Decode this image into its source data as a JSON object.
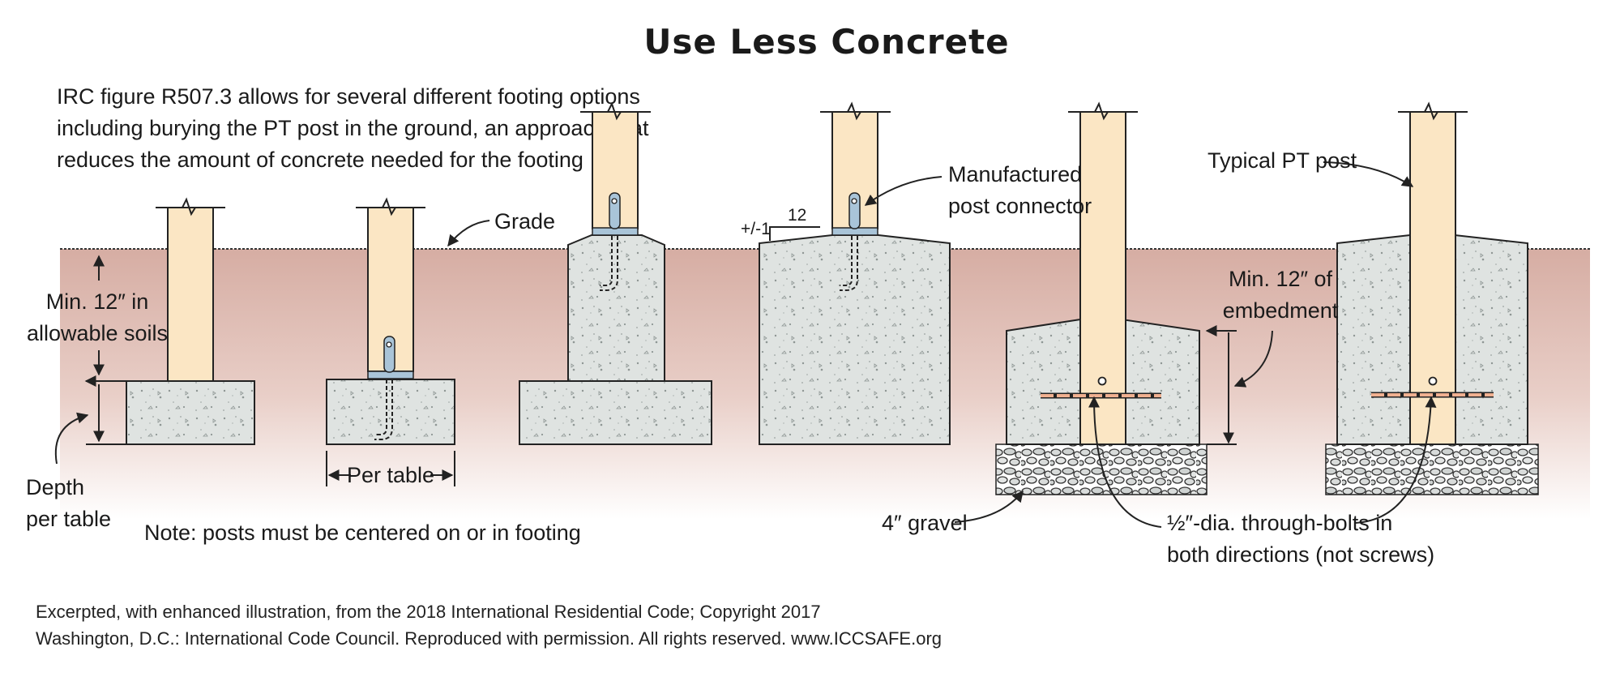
{
  "title": "Use Less Concrete",
  "intro": [
    "IRC figure R507.3 allows for several different footing options",
    "including burying the PT post in the ground, an approach that",
    "reduces the amount of concrete needed for the footing"
  ],
  "labels": {
    "min12_line1": "Min. 12″ in",
    "min12_line2": "allowable soils",
    "depth_line1": "Depth",
    "depth_line2": "per table",
    "per_table": "Per table",
    "grade": "Grade",
    "slope_rise": "+/-1",
    "slope_run": "12",
    "connector_line1": "Manufactured",
    "connector_line2": "post connector",
    "typical_post": "Typical PT post",
    "embed_line1": "Min. 12″ of",
    "embed_line2": "embedment",
    "gravel": "4″ gravel",
    "bolts_line1": "½″-dia. through-bolts in",
    "bolts_line2": "both directions (not screws)",
    "note": "Note: posts must be centered on or in footing"
  },
  "credit": [
    "Excerpted, with enhanced illustration, from the 2018 International Residential Code; Copyright 2017",
    "Washington, D.C.: International Code Council. Reproduced with permission. All rights reserved. www.ICCSAFE.org"
  ],
  "colors": {
    "soil": "#d6ada3",
    "post": "#fbe6c4",
    "concrete": "#dfe3e1",
    "bolt": "#f0b090",
    "connector": "#a9c4d8"
  }
}
